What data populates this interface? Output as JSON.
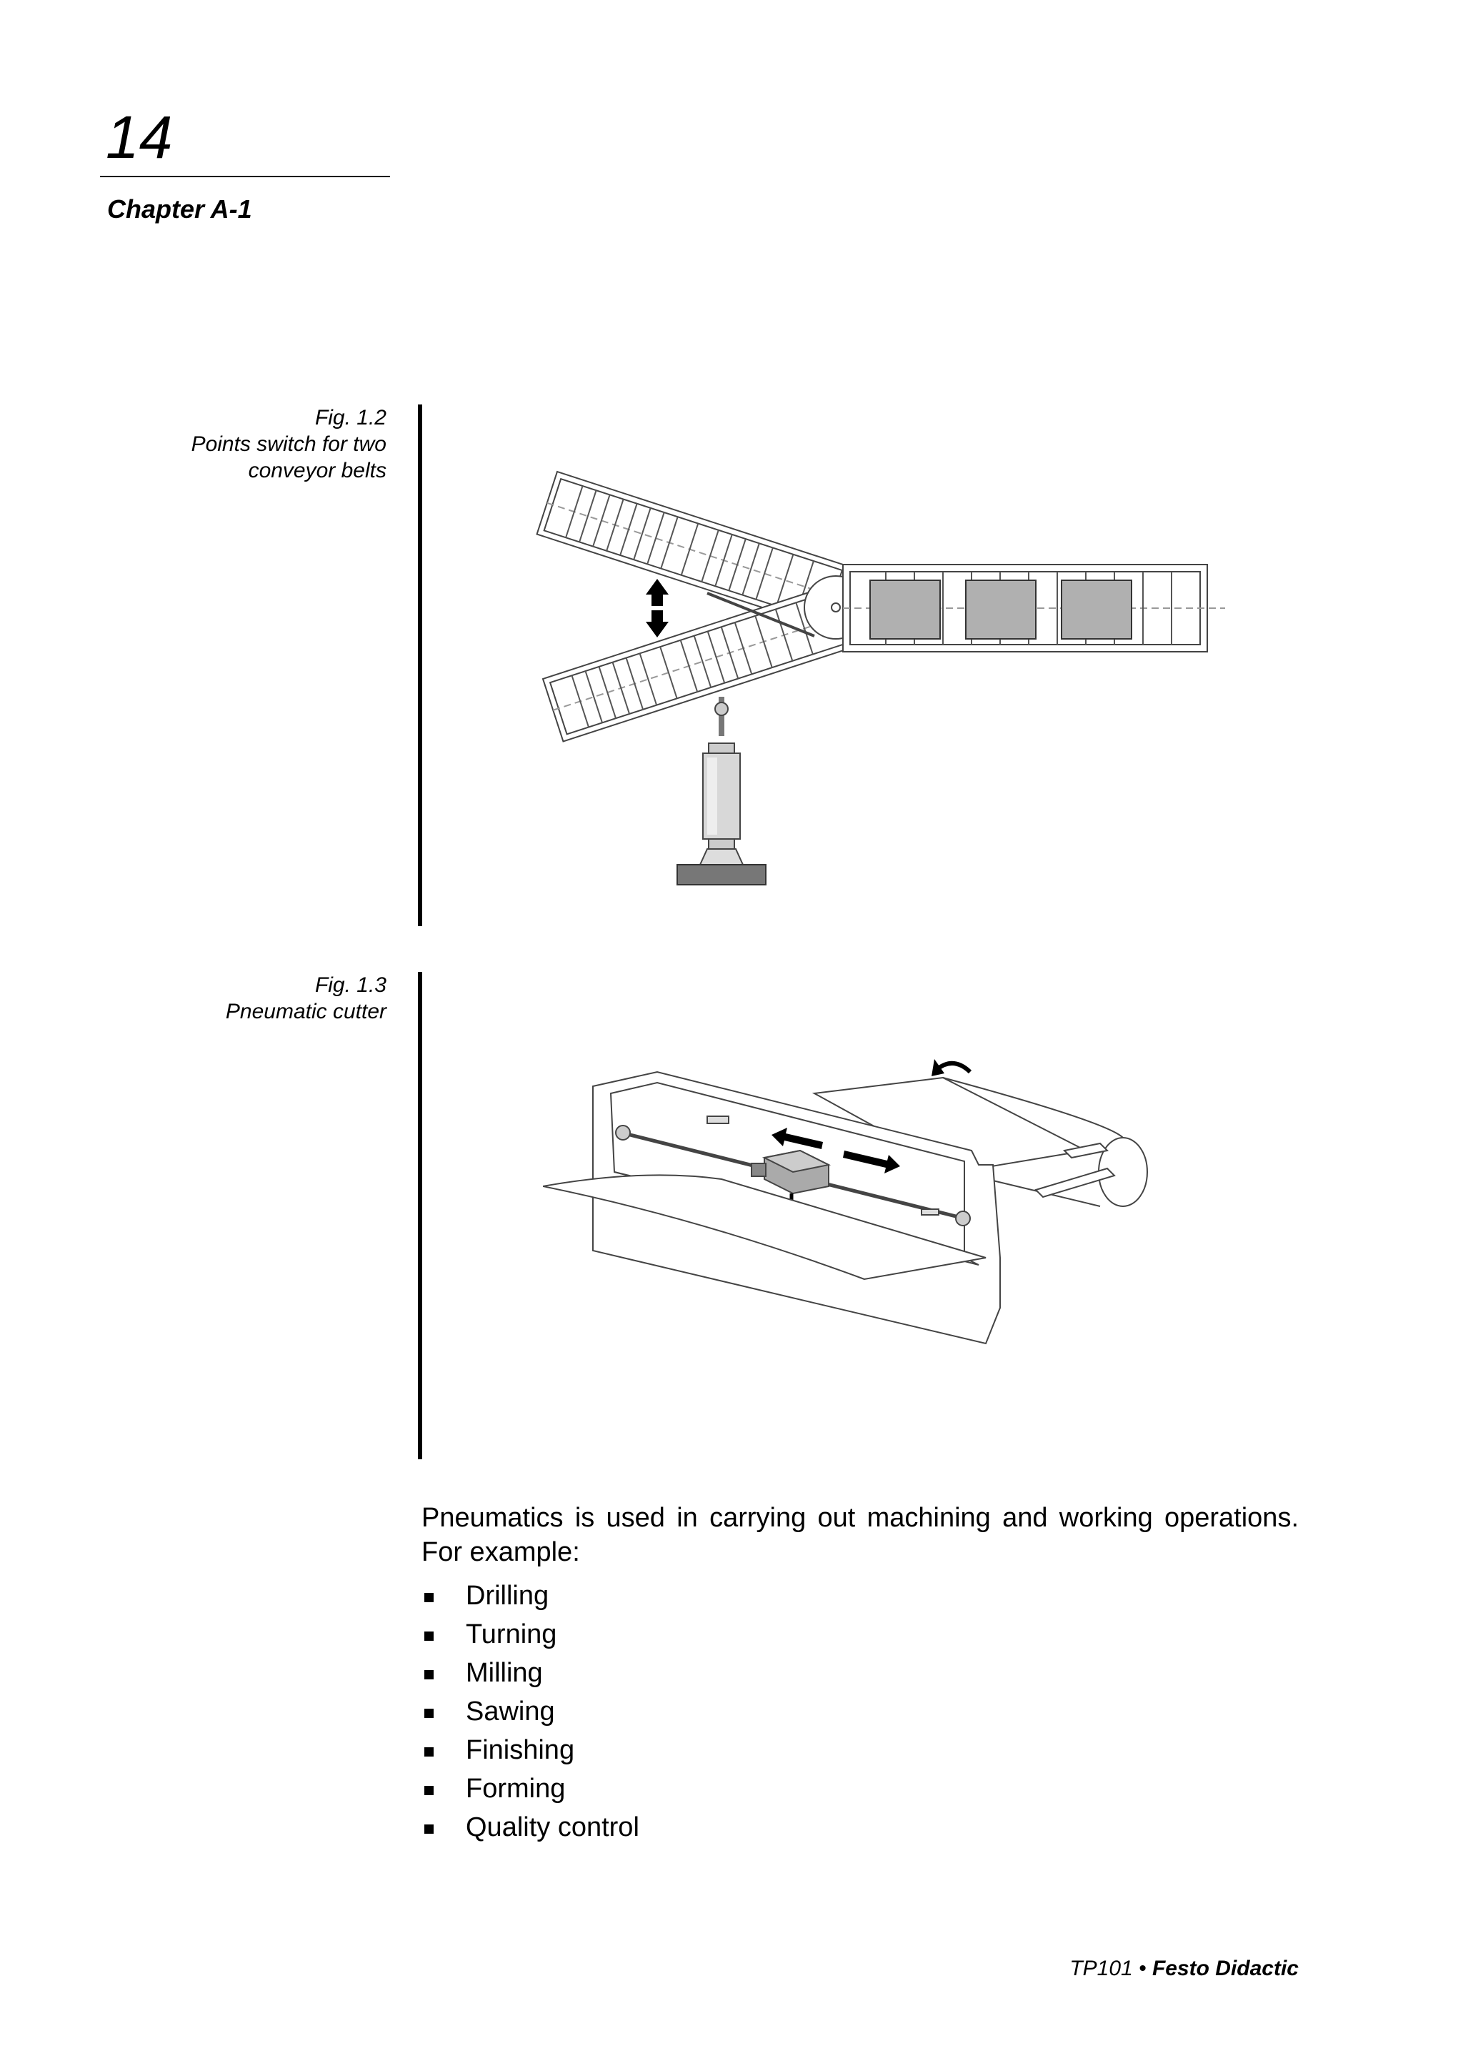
{
  "header": {
    "page_number": "14",
    "chapter": "Chapter A-1"
  },
  "figures": [
    {
      "number": "Fig. 1.2",
      "caption_lines": [
        "Points switch for two",
        "conveyor belts"
      ]
    },
    {
      "number": "Fig. 1.3",
      "caption_lines": [
        "Pneumatic cutter"
      ]
    }
  ],
  "body": {
    "paragraph": "Pneumatics is used in carrying out machining and working operations. For example:",
    "items": [
      "Drilling",
      "Turning",
      "Milling",
      "Sawing",
      "Finishing",
      "Forming",
      "Quality control"
    ]
  },
  "footer": {
    "code": "TP101",
    "separator": "•",
    "publisher": "Festo Didactic"
  }
}
